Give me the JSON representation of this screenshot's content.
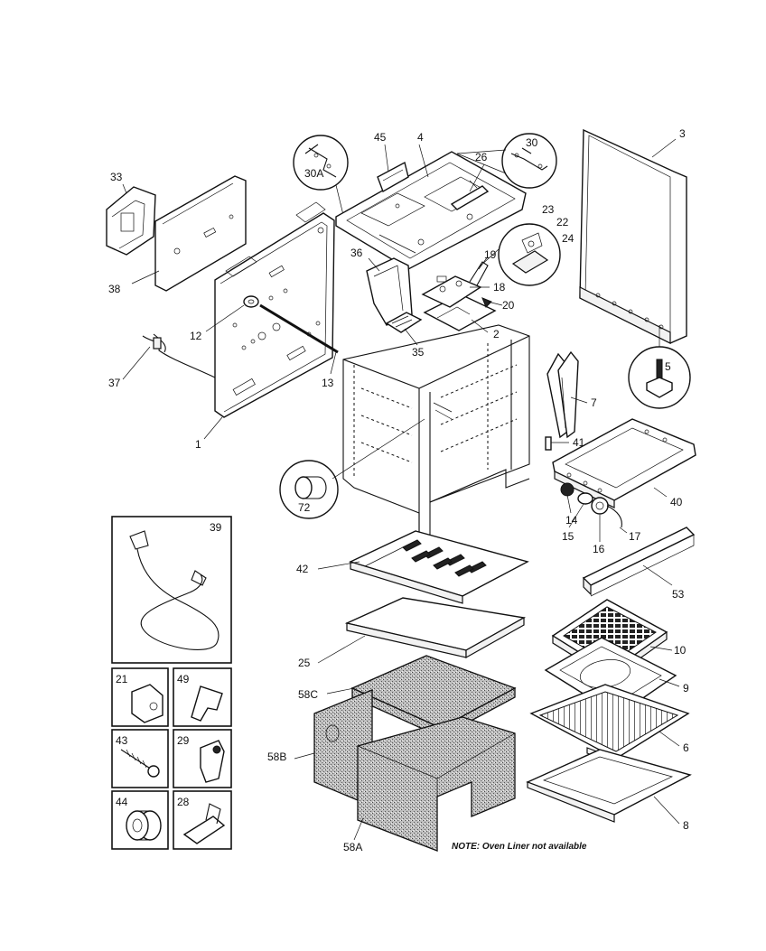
{
  "labels": {
    "p1": "1",
    "p2": "2",
    "p3": "3",
    "p4": "4",
    "p5": "5",
    "p6": "6",
    "p7": "7",
    "p8": "8",
    "p9": "9",
    "p10": "10",
    "p12": "12",
    "p13": "13",
    "p14": "14",
    "p15": "15",
    "p16": "16",
    "p17": "17",
    "p18": "18",
    "p19": "19",
    "p20": "20",
    "p21": "21",
    "p22": "22",
    "p23": "23",
    "p24": "24",
    "p25": "25",
    "p26": "26",
    "p28": "28",
    "p29": "29",
    "p30": "30",
    "p30a": "30A",
    "p33": "33",
    "p35": "35",
    "p36": "36",
    "p37": "37",
    "p38": "38",
    "p39": "39",
    "p40": "40",
    "p41": "41",
    "p42": "42",
    "p43": "43",
    "p44": "44",
    "p45": "45",
    "p49": "49",
    "p53": "53",
    "p58a": "58A",
    "p58b": "58B",
    "p58c": "58C",
    "p72": "72"
  },
  "note": "NOTE: Oven Liner not available"
}
